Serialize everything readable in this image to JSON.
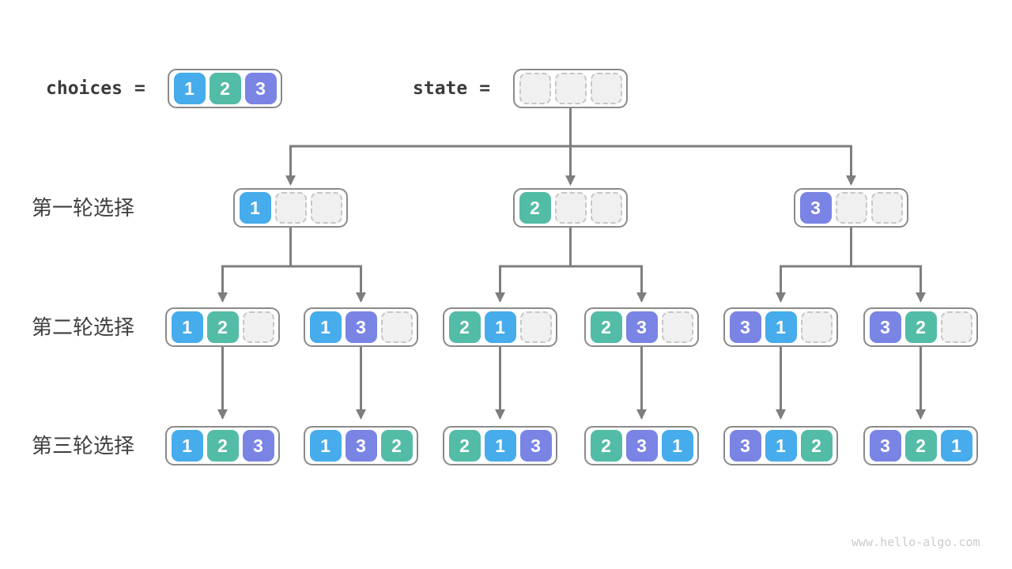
{
  "colors": {
    "1": "#46ACEB",
    "2": "#53BCA6",
    "3": "#7A84E4",
    "empty_fill": "#F0F0F0",
    "arrow": "#7E7E7E"
  },
  "header": {
    "choices_label": "choices",
    "choices_equals": "=",
    "choices_cells": [
      "1",
      "2",
      "3"
    ],
    "state_label": "state",
    "state_equals": "=",
    "state_cells": [
      "",
      "",
      ""
    ]
  },
  "row_labels": [
    "第一轮选择",
    "第二轮选择",
    "第三轮选择"
  ],
  "tree": {
    "level1": [
      [
        "1",
        "",
        ""
      ],
      [
        "2",
        "",
        ""
      ],
      [
        "3",
        "",
        ""
      ]
    ],
    "level2": [
      [
        "1",
        "2",
        ""
      ],
      [
        "1",
        "3",
        ""
      ],
      [
        "2",
        "1",
        ""
      ],
      [
        "2",
        "3",
        ""
      ],
      [
        "3",
        "1",
        ""
      ],
      [
        "3",
        "2",
        ""
      ]
    ],
    "level3": [
      [
        "1",
        "2",
        "3"
      ],
      [
        "1",
        "3",
        "2"
      ],
      [
        "2",
        "1",
        "3"
      ],
      [
        "2",
        "3",
        "1"
      ],
      [
        "3",
        "1",
        "2"
      ],
      [
        "3",
        "2",
        "1"
      ]
    ]
  },
  "watermark": "www.hello-algo.com"
}
